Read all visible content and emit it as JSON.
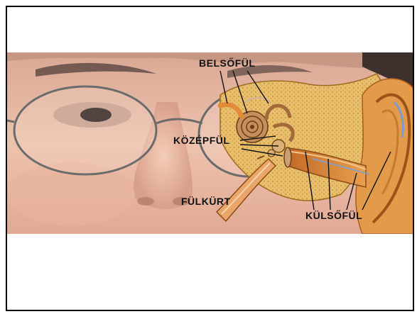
{
  "labels": {
    "inner_ear": "BELSŐFÜL",
    "middle_ear": "KÖZÉPFÜL",
    "eustachian_tube": "FÜLKÜRT",
    "outer_ear": "KÜLSŐFÜL"
  },
  "colors": {
    "skin": "#e8b8a0",
    "skin_shadow": "#c98f78",
    "hair": "#4a3a34",
    "ear_tissue": "#d98a3a",
    "bone": "#e9c06a",
    "leader_line": "#111111"
  }
}
